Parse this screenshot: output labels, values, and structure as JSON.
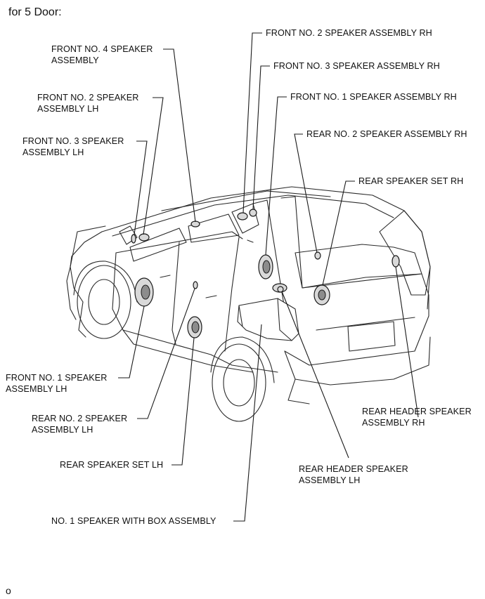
{
  "heading": "for 5 Door:",
  "footer_mark": "o",
  "labels": {
    "front4": [
      "FRONT NO. 4 SPEAKER",
      "ASSEMBLY"
    ],
    "front2lh": [
      "FRONT NO. 2  SPEAKER",
      "ASSEMBLY LH"
    ],
    "front3lh": [
      "FRONT NO. 3 SPEAKER",
      "ASSEMBLY LH"
    ],
    "front1lh": [
      "FRONT NO. 1 SPEAKER",
      "ASSEMBLY LH"
    ],
    "rear2lh": [
      "REAR NO. 2 SPEAKER",
      "ASSEMBLY LH"
    ],
    "rearsetlh": "REAR SPEAKER SET LH",
    "no1box": "NO. 1 SPEAKER WITH BOX ASSEMBLY",
    "front2rh": "FRONT NO. 2 SPEAKER ASSEMBLY RH",
    "front3rh": "FRONT NO. 3 SPEAKER ASSEMBLY RH",
    "front1rh": "FRONT NO. 1 SPEAKER ASSEMBLY RH",
    "rear2rh": "REAR NO. 2 SPEAKER ASSEMBLY RH",
    "rearsetrh": "REAR SPEAKER SET RH",
    "rearheaderrh": [
      "REAR HEADER SPEAKER",
      "ASSEMBLY RH"
    ],
    "rearheaderlh": [
      "REAR HEADER SPEAKER",
      "ASSEMBLY LH"
    ]
  }
}
